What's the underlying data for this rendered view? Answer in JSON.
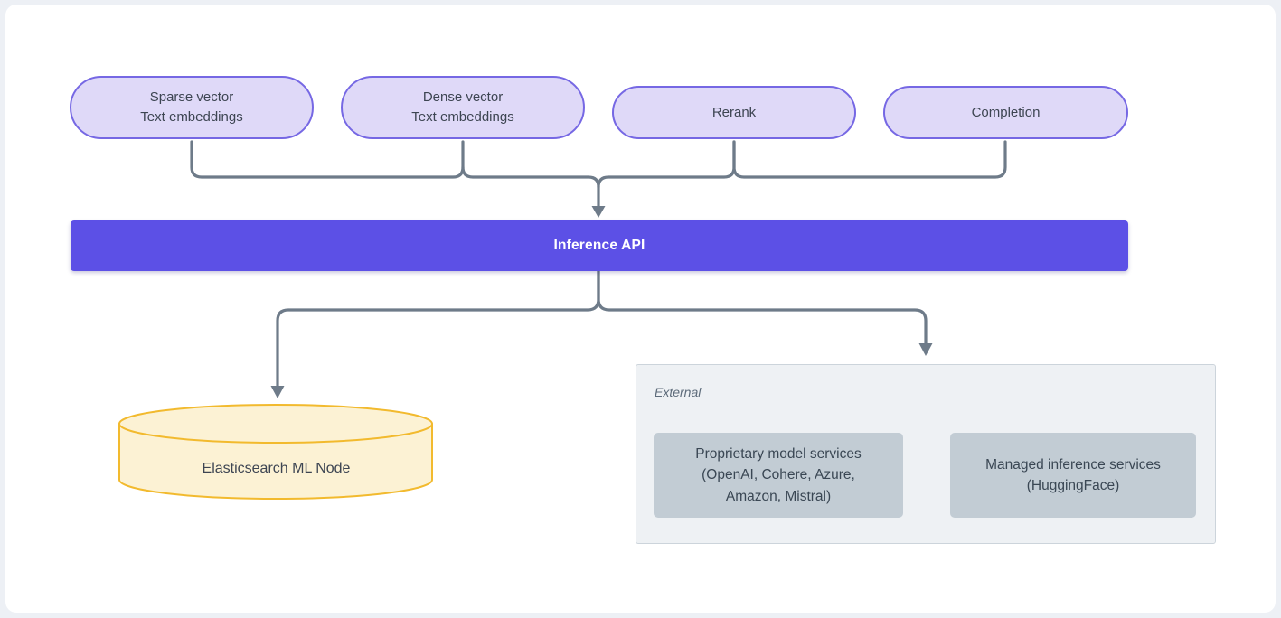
{
  "endpoints": {
    "pills": [
      {
        "line1": "Sparse vector",
        "line2": "Text embeddings"
      },
      {
        "line1": "Dense vector",
        "line2": "Text embeddings"
      },
      {
        "line1": "Rerank",
        "line2": ""
      },
      {
        "line1": "Completion",
        "line2": ""
      }
    ]
  },
  "inference_api": {
    "label": "Inference API"
  },
  "elasticsearch_node": {
    "label": "Elasticsearch ML Node"
  },
  "external_group": {
    "label": "External",
    "services": [
      {
        "line1": "Proprietary model services",
        "line2": "(OpenAI, Cohere, Azure,",
        "line3": "Amazon, Mistral)"
      },
      {
        "line1": "Managed inference services",
        "line2": "(HuggingFace)",
        "line3": ""
      }
    ]
  },
  "colors": {
    "page_bg": "#edf0f5",
    "card_bg": "#ffffff",
    "pill_fill": "#dfd9f8",
    "pill_border": "#7668e4",
    "accent_purple": "#5c50e6",
    "connector_gray": "#6e7b89",
    "cylinder_fill": "#fcf2d4",
    "cylinder_border": "#f2ba2e",
    "external_fill": "#eef1f4",
    "external_border": "#ccd4db",
    "service_box_fill": "#c2ccd4",
    "text_dark": "#3d4552",
    "text_muted": "#5d6b7a"
  }
}
